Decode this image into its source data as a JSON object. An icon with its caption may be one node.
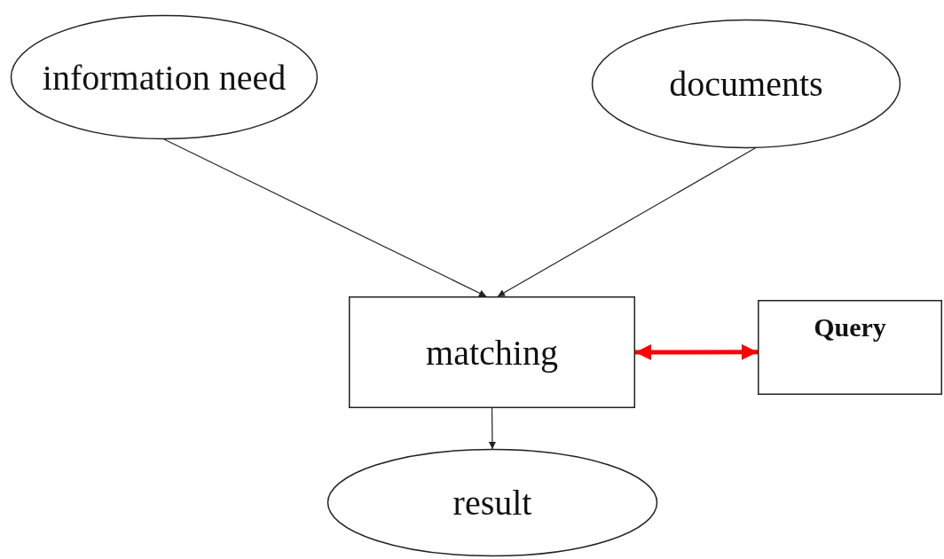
{
  "diagram": {
    "nodes": [
      {
        "text": [
          "information need"
        ]
      },
      {
        "text": [
          "documents"
        ]
      },
      {
        "text": [
          "matching"
        ]
      },
      {
        "text": [
          "Query"
        ]
      },
      {
        "text": [
          "result"
        ]
      }
    ],
    "edges": [
      {
        "from": 0,
        "to": 2,
        "arrow": "to"
      },
      {
        "from": 1,
        "to": 2,
        "arrow": "to"
      },
      {
        "from": 2,
        "to": 3,
        "arrow": "both",
        "style": "thick",
        "color": "#ff0000"
      },
      {
        "from": 2,
        "to": 4,
        "arrow": "to"
      }
    ]
  }
}
